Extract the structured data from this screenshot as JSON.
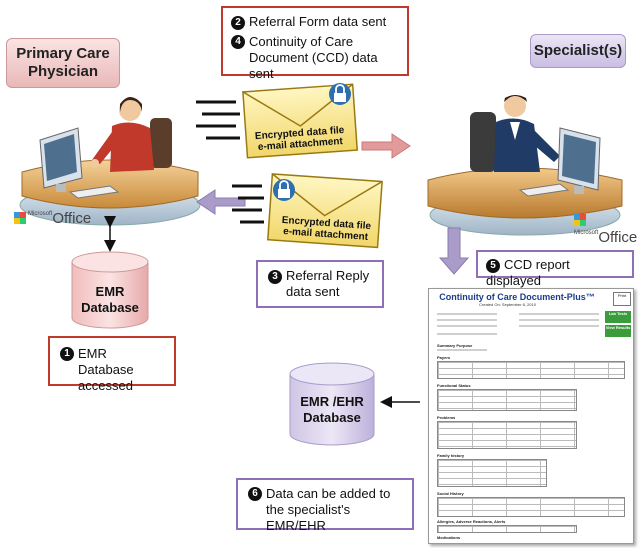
{
  "roles": {
    "pcp": "Primary Care Physician",
    "specialist": "Specialist(s)"
  },
  "steps": {
    "s1": {
      "num": "1",
      "text": "EMR Database accessed"
    },
    "s2": {
      "num": "2",
      "text": "Referral Form data sent"
    },
    "s3": {
      "num": "3",
      "text_line1": "Referral Reply",
      "text_line2": "data sent"
    },
    "s4": {
      "num": "4",
      "text": "Continuity of Care Document (CCD) data sent"
    },
    "s5": {
      "num": "5",
      "text": "CCD report displayed"
    },
    "s6": {
      "num": "6",
      "text": "Data can be added to the specialist's EMR/EHR"
    }
  },
  "databases": {
    "emr": "EMR Database",
    "emr_ehr": "EMR /EHR Database"
  },
  "envelopes": {
    "top": "Encrypted data file e-mail attachment",
    "bottom": "Encrypted data file e-mail attachment"
  },
  "office_logo": {
    "word": "Office",
    "brand": "Microsoft"
  },
  "ccd_document": {
    "title": "Continuity of Care Document-Plus™",
    "subtitle": "Created On: September 8, 2010",
    "print_label": "Print",
    "button1": "Lab Tests",
    "button2": "View Results",
    "sections": [
      "Summary Purpose",
      "Payers",
      "Functional Status",
      "Problems",
      "Family history",
      "Social History",
      "Allergies, Adverse Reactions, Alerts",
      "Medications"
    ]
  },
  "colors": {
    "red_border": "#c0392b",
    "purple_border": "#8e6fb8",
    "arrow_red": "#e39a9a",
    "arrow_purple": "#a99cc8"
  }
}
